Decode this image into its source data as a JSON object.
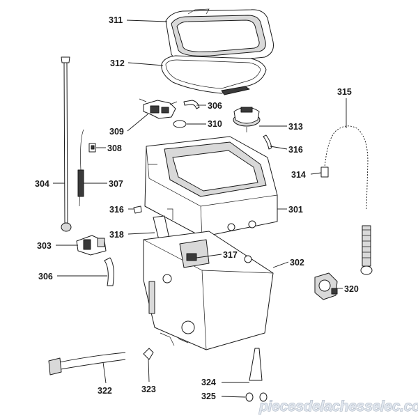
{
  "parts": [
    {
      "id": "311"
    },
    {
      "id": "312"
    },
    {
      "id": "306"
    },
    {
      "id": "309"
    },
    {
      "id": "310"
    },
    {
      "id": "313"
    },
    {
      "id": "315"
    },
    {
      "id": "308"
    },
    {
      "id": "316"
    },
    {
      "id": "314"
    },
    {
      "id": "304"
    },
    {
      "id": "307"
    },
    {
      "id": "301"
    },
    {
      "id": "318"
    },
    {
      "id": "303"
    },
    {
      "id": "317"
    },
    {
      "id": "302"
    },
    {
      "id": "320"
    },
    {
      "id": "322"
    },
    {
      "id": "323"
    },
    {
      "id": "324"
    },
    {
      "id": "325"
    }
  ],
  "part_306_second": "306",
  "part_316_second": "316",
  "watermark": "piecesdelachesselec.com"
}
